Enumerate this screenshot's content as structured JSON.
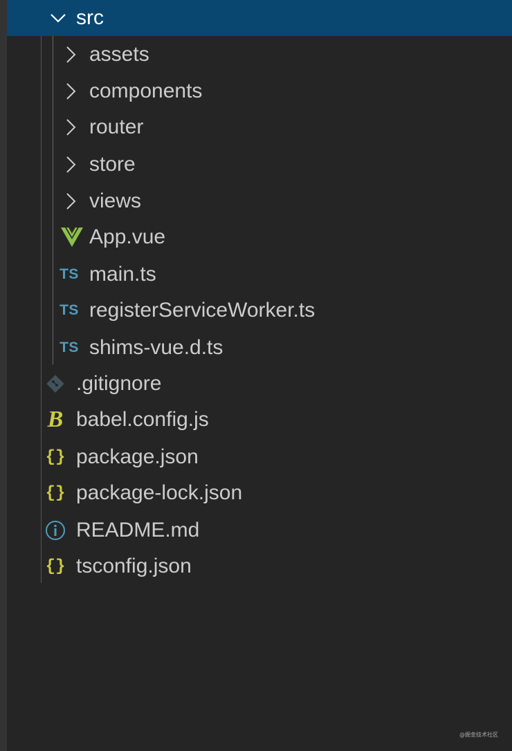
{
  "explorer": {
    "folder": {
      "label": "src",
      "expanded": true,
      "icon": "chevron-down-icon",
      "children": [
        {
          "label": "assets",
          "type": "folder",
          "icon": "chevron-right-icon"
        },
        {
          "label": "components",
          "type": "folder",
          "icon": "chevron-right-icon"
        },
        {
          "label": "router",
          "type": "folder",
          "icon": "chevron-right-icon"
        },
        {
          "label": "store",
          "type": "folder",
          "icon": "chevron-right-icon"
        },
        {
          "label": "views",
          "type": "folder",
          "icon": "chevron-right-icon"
        },
        {
          "label": "App.vue",
          "type": "file",
          "icon": "vue-icon"
        },
        {
          "label": "main.ts",
          "type": "file",
          "icon": "typescript-icon",
          "icon_text": "TS"
        },
        {
          "label": "registerServiceWorker.ts",
          "type": "file",
          "icon": "typescript-icon",
          "icon_text": "TS"
        },
        {
          "label": "shims-vue.d.ts",
          "type": "file",
          "icon": "typescript-icon",
          "icon_text": "TS"
        }
      ]
    },
    "root_files": [
      {
        "label": ".gitignore",
        "icon": "git-icon"
      },
      {
        "label": "babel.config.js",
        "icon": "babel-icon",
        "icon_text": "B"
      },
      {
        "label": "package.json",
        "icon": "json-icon",
        "icon_text": "{}"
      },
      {
        "label": "package-lock.json",
        "icon": "json-icon",
        "icon_text": "{}"
      },
      {
        "label": "README.md",
        "icon": "info-icon"
      },
      {
        "label": "tsconfig.json",
        "icon": "json-icon",
        "icon_text": "{}"
      }
    ]
  },
  "watermark": "@掘金技术社区",
  "colors": {
    "background": "#252526",
    "selection": "#094771",
    "typescript": "#519aba",
    "json": "#cbcb41",
    "vue": "#8dc149",
    "info": "#519aba",
    "git": "#41535b"
  }
}
